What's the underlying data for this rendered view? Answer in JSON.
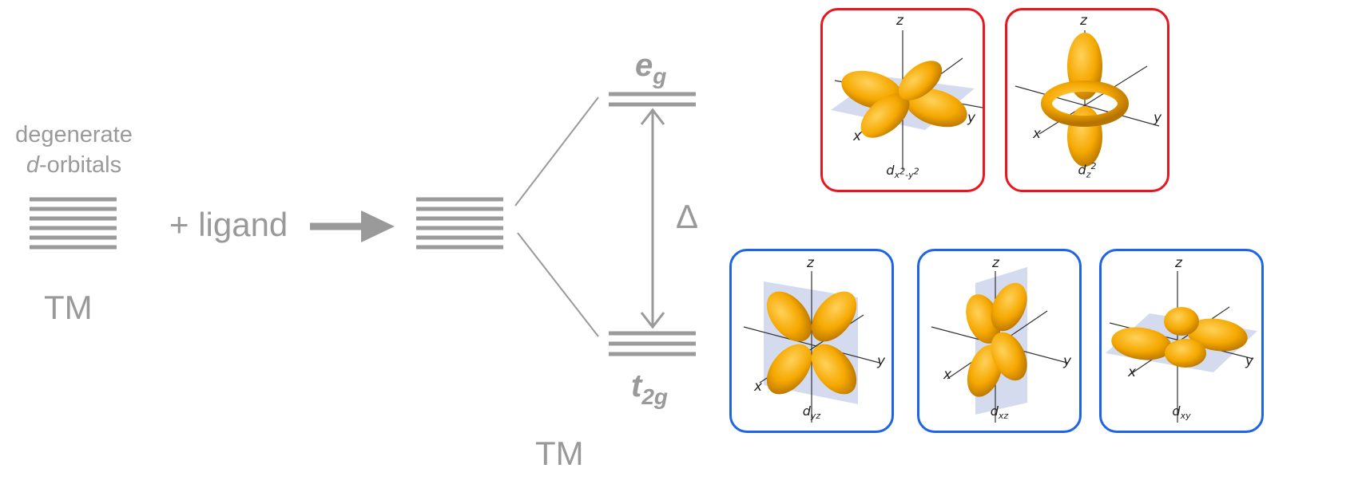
{
  "left_block": {
    "line1": "degenerate",
    "line2_italic": "d",
    "line2_rest": "-orbitals",
    "metal_label": "TM"
  },
  "plus_ligand": "+ ligand",
  "eg_label": {
    "base": "e",
    "sub": "g"
  },
  "t2g_label": {
    "base": "t",
    "sub": "2g"
  },
  "delta": "Δ",
  "complex_label": "TM",
  "axis_labels": {
    "x": "x",
    "y": "y",
    "z": "z"
  },
  "orbitals": {
    "dx2y2": {
      "base": "d",
      "sub_x": "x",
      "sup_2a": "2",
      "dash": "-",
      "sub_y": "y",
      "sup_2b": "2",
      "set": "eg",
      "color": "#e8161e"
    },
    "dz2": {
      "base": "d",
      "sub": "z",
      "sup": "2",
      "set": "eg",
      "color": "#e8161e"
    },
    "dyz": {
      "base": "d",
      "sub": "yz",
      "set": "t2g",
      "color": "#1f63e6"
    },
    "dxz": {
      "base": "d",
      "sub": "xz",
      "set": "t2g",
      "color": "#1f63e6"
    },
    "dxy": {
      "base": "d",
      "sub": "xy",
      "set": "t2g",
      "color": "#1f63e6"
    }
  },
  "colors": {
    "level_gray": "#999999",
    "lobe_orange": "#f5a800",
    "eg_border": "#e8161e",
    "t2g_border": "#1f63e6"
  }
}
